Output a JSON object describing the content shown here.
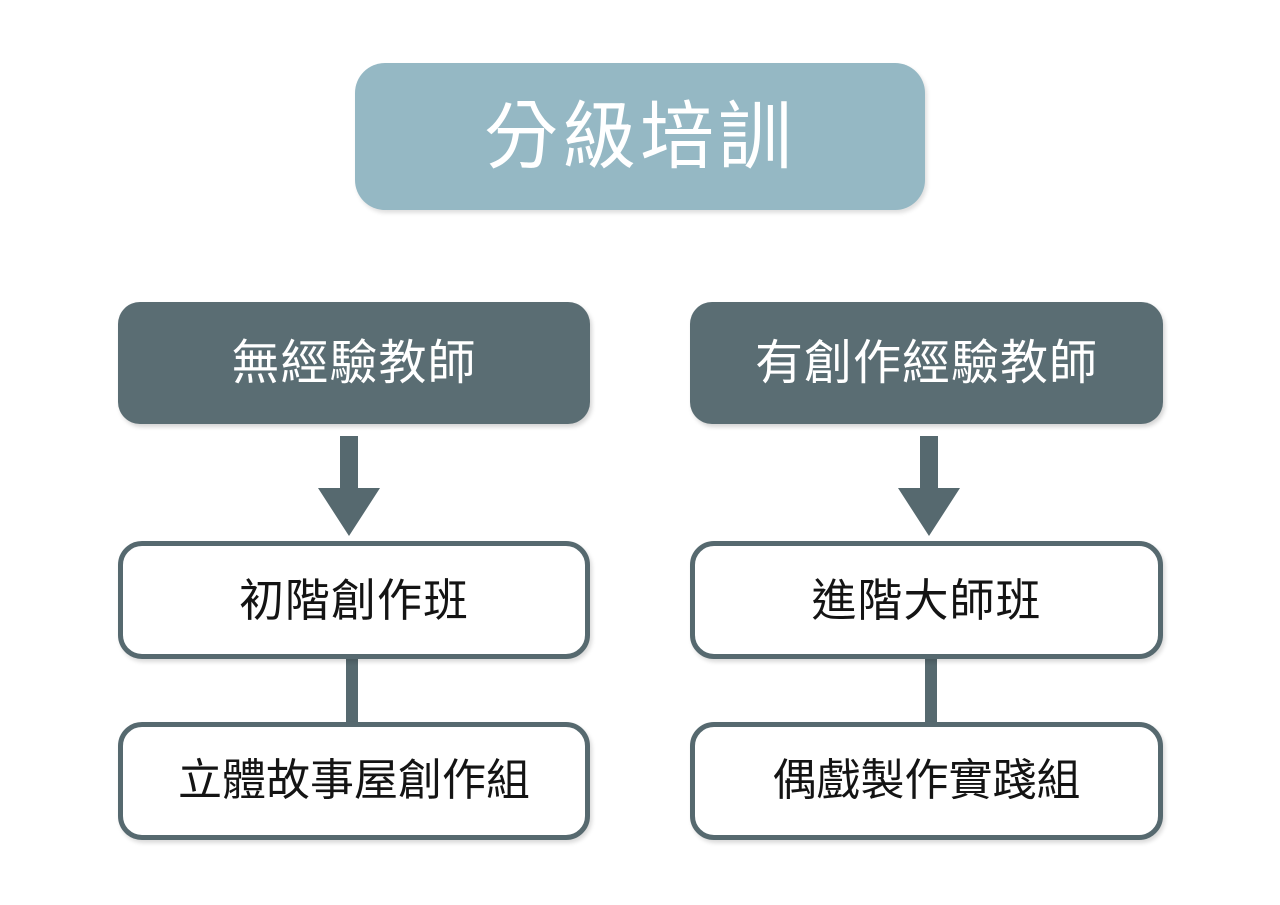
{
  "title": {
    "label": "分級培訓"
  },
  "colors": {
    "title_bg": "#95b8c4",
    "header_bg": "#5a6d73",
    "outline_border": "#56696f",
    "arrow": "#56696f",
    "box_bg": "#ffffff",
    "title_text": "#ffffff",
    "header_text": "#ffffff",
    "body_text": "#141414",
    "page_bg": "#ffffff"
  },
  "tracks": [
    {
      "id": "no-experience",
      "header": "無經驗教師",
      "course": "初階創作班",
      "group": "立體故事屋創作組",
      "connector_header_to_course": "down-arrow",
      "connector_course_to_group": "vertical-line"
    },
    {
      "id": "has-experience",
      "header": "有創作經驗教師",
      "course": "進階大師班",
      "group": "偶戲製作實踐組",
      "connector_header_to_course": "down-arrow",
      "connector_course_to_group": "vertical-line"
    }
  ]
}
